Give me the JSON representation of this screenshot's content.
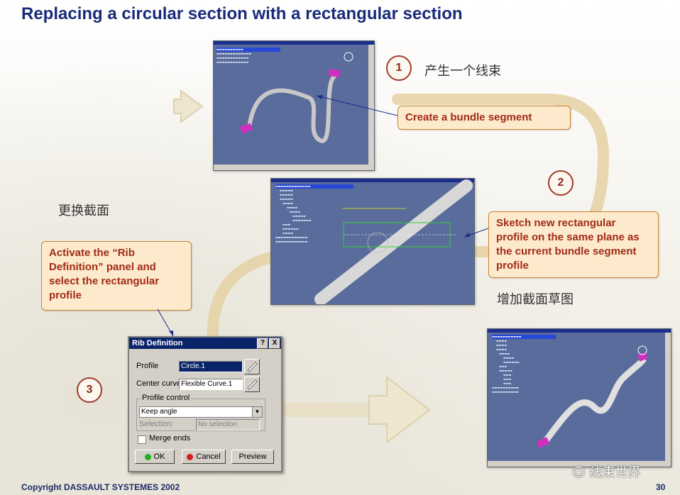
{
  "slide": {
    "title": "Replacing a circular section with a rectangular section",
    "footer": "Copyright  DASSAULT SYSTEMES 2002",
    "page_number": "30",
    "watermark": "线束世界"
  },
  "steps": [
    {
      "number": "1",
      "chinese": "产生一个线束",
      "callout": "Create a bundle segment"
    },
    {
      "number": "2",
      "chinese": "增加截面草图",
      "callout": "Sketch new rectangular profile on the same plane as the current bundle segment profile"
    },
    {
      "number": "3",
      "callout": "Activate the “Rib Definition” panel and select the rectangular profile"
    }
  ],
  "side_label": "更换截面",
  "colors": {
    "title": "#1a2a7a",
    "callout_text": "#a02c18",
    "callout_bg": "#fde9cc",
    "flow": "#e6d3a6",
    "viewport": "#5a6c9c"
  },
  "rib_dialog": {
    "title": "Rib Definition",
    "help_button": "?",
    "close_button": "X",
    "profile_label": "Profile",
    "profile_value": "Circle.1",
    "center_curve_label": "Center curve",
    "center_curve_value": "Flexible Curve.1",
    "profile_control_label": "Profile control",
    "profile_control_value": "Keep angle",
    "selection_label": "Selection:",
    "selection_value": "No selection",
    "merge_ends_label": "Merge ends",
    "merge_ends_checked": false,
    "ok_label": "OK",
    "cancel_label": "Cancel",
    "preview_label": "Preview"
  },
  "screenshot_icons": [
    "bundle-segment-viewport",
    "sketch-viewport",
    "result-viewport",
    "compass-icon"
  ]
}
